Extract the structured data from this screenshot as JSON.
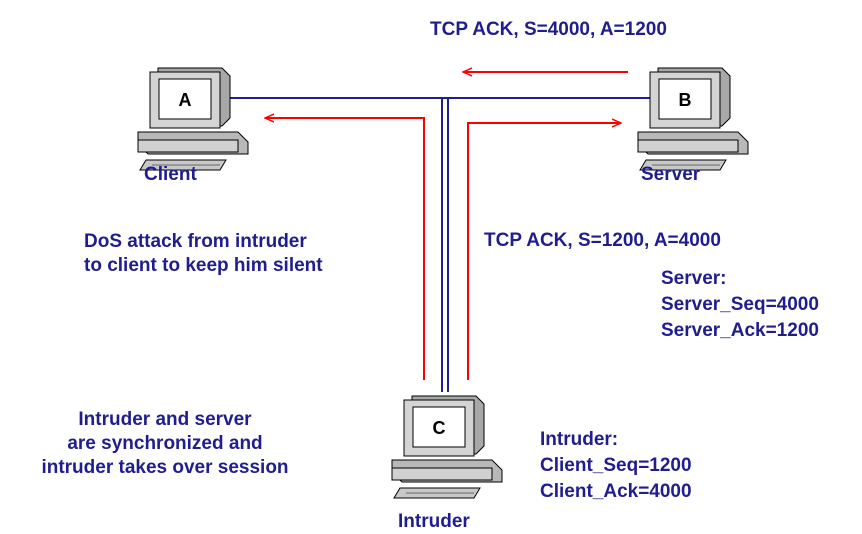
{
  "nodes": {
    "client": {
      "letter": "A",
      "label": "Client"
    },
    "server": {
      "letter": "B",
      "label": "Server"
    },
    "intruder": {
      "letter": "C",
      "label": "Intruder"
    }
  },
  "messages": {
    "server_to_client": "TCP ACK, S=4000, A=1200",
    "intruder_to_server": "TCP ACK, S=1200, A=4000"
  },
  "notes": {
    "dos_line1": "DoS attack from intruder",
    "dos_line2": "to client to keep him silent",
    "sync_line1": "Intruder and server",
    "sync_line2": "are synchronized and",
    "sync_line3": "intruder takes over session"
  },
  "server_state": {
    "title": "Server:",
    "seq": "Server_Seq=4000",
    "ack": "Server_Ack=1200"
  },
  "intruder_state": {
    "title": "Intruder:",
    "seq": "Client_Seq=1200",
    "ack": "Client_Ack=4000"
  },
  "colors": {
    "text": "#1f1d8f",
    "network_line": "#1f1d8f",
    "arrow": "#ff0000",
    "computer_body": "#c8c8c8"
  }
}
